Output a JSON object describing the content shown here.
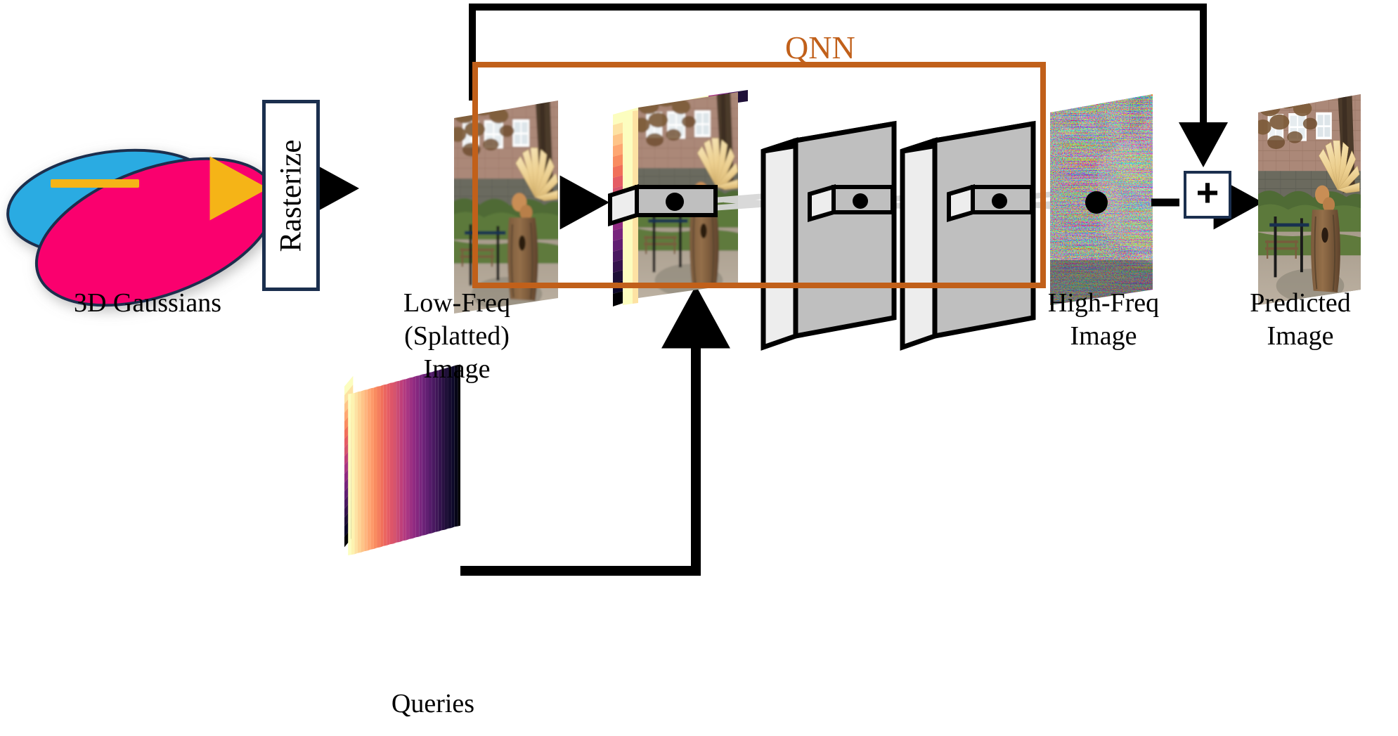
{
  "figure": {
    "type": "architecture-pipeline-diagram",
    "background": "#ffffff"
  },
  "colors": {
    "accent_orange": "#c1601a",
    "navy_border": "#1b2f4e",
    "gaussian_blue": "#29ABE2",
    "gaussian_pink": "#FA006E",
    "gaussian_axis_yellow": "#F5B417",
    "arrow_black": "#000000",
    "slab_gray": "#BFBFBF",
    "slab_gray_light": "#EDEDED",
    "connector_gray": "#D8D8D8"
  },
  "labels": {
    "gaussians": "3D Gaussians",
    "low_freq": "Low-Freq\n(Splatted)\nImage",
    "queries": "Queries",
    "high_freq": "High-Freq\nImage",
    "predicted": "Predicted\nImage",
    "qnn": "QNN",
    "rasterize": "Rasterize",
    "plus": "+"
  },
  "nodes": [
    {
      "id": "gaussians",
      "name": "3D Gaussians",
      "kind": "ellipses"
    },
    {
      "id": "rasterize",
      "name": "Rasterize",
      "kind": "process-box"
    },
    {
      "id": "low_freq",
      "name": "Low-Freq (Splatted) Image",
      "kind": "image-plane"
    },
    {
      "id": "queries",
      "name": "Queries",
      "kind": "colormap-slab"
    },
    {
      "id": "qnn",
      "name": "QNN",
      "kind": "group-box"
    },
    {
      "id": "high_freq",
      "name": "High-Freq Image",
      "kind": "image-plane"
    },
    {
      "id": "sum",
      "name": "+",
      "kind": "operator-box"
    },
    {
      "id": "predicted",
      "name": "Predicted Image",
      "kind": "image-plane"
    }
  ],
  "edges": [
    {
      "from": "gaussians",
      "to": "rasterize",
      "color": "#F5B417"
    },
    {
      "from": "rasterize",
      "to": "low_freq",
      "color": "#000000"
    },
    {
      "from": "low_freq",
      "to": "qnn",
      "color": "#000000"
    },
    {
      "from": "queries",
      "to": "qnn",
      "color": "#000000"
    },
    {
      "from": "low_freq",
      "to": "sum",
      "color": "#000000",
      "style": "skip-connection"
    },
    {
      "from": "qnn",
      "to": "sum",
      "color": "#000000"
    },
    {
      "from": "sum",
      "to": "predicted",
      "color": "#000000"
    }
  ],
  "qnn_layers": [
    {
      "index": 0,
      "kind": "input-plane-with-queries",
      "kernel": true
    },
    {
      "index": 1,
      "kind": "gray-feature-slab",
      "kernel": true
    },
    {
      "index": 2,
      "kind": "gray-feature-slab",
      "kernel": true
    }
  ],
  "colormap": {
    "name": "magma",
    "stops": [
      "#fcfdbf",
      "#fde2a3",
      "#fec488",
      "#fea772",
      "#f98c60",
      "#f1705a",
      "#e55c64",
      "#d5546e",
      "#bf3f7a",
      "#a83683",
      "#902a81",
      "#78257d",
      "#611f72",
      "#4a1961",
      "#34134d",
      "#1f1038",
      "#0d0829",
      "#000004"
    ]
  }
}
